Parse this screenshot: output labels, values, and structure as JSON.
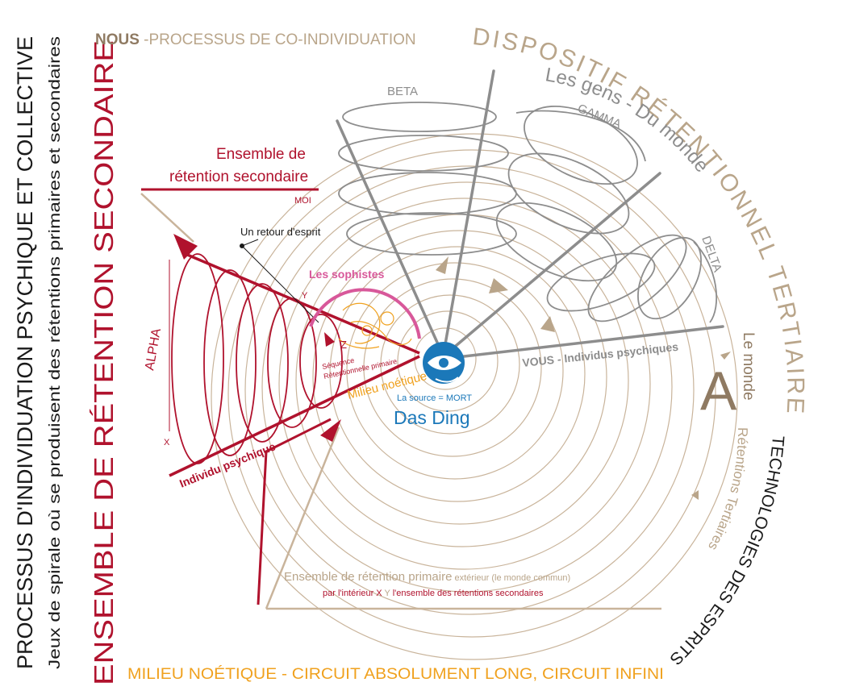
{
  "colors": {
    "tan": "#b9a58a",
    "tan_dark": "#8f7a62",
    "crimson": "#b0122d",
    "gray": "#8d8d8d",
    "orange": "#f0a11e",
    "pink": "#d8589a",
    "blue": "#1b78b9",
    "black": "#1a1a1a"
  },
  "left_titles": {
    "main": "PROCESSUS D'INDIVIDUATION PSYCHIQUE ET COLLECTIVE",
    "sub": "Jeux de spirale où se produisent des rétentions primaires et secondaires",
    "ensemble": "ENSEMBLE DE RÉTENTION SECONDAIRE"
  },
  "top": {
    "nous": "NOUS",
    "process": " -PROCESSUS DE CO-INDIVIDUATION"
  },
  "arc_right": {
    "dispositif": "DISPOSITIF RÉTENTIONNEL TERTIAIRE",
    "technologies": "TECHNOLOGIES DES ESPRITS",
    "gens": "Les gens - Du monde",
    "le_monde": "Le monde",
    "retentions_tertiaires": "Rétentions Tertiaires"
  },
  "labels": {
    "beta": "BETA",
    "gamma": "GAMMA",
    "delta": "DELTA",
    "alpha": "ALPHA",
    "ensemble_de_1": "Ensemble de",
    "ensemble_de_2": "rétention secondaire",
    "moi": "MOI",
    "retour": "Un retour d'esprit",
    "sophistes": "Les sophistes",
    "y": "Y",
    "z": "Z",
    "x": "X",
    "sequence_1": "Séquence",
    "sequence_2": "Rétentionnelle primaire",
    "milieu_noetique": "Milieu noétique",
    "source": "La source = MORT",
    "das_ding": "Das Ding",
    "vous": "VOUS - Individus psychiques",
    "individu": "Individu psychique",
    "big_a": "A",
    "primaire_main": "Ensemble de rétention primaire",
    "primaire_ext": " extérieur (le monde commun)",
    "interieur_1": "par l'intérieur X ",
    "interieur_y": "Y",
    "interieur_2": " l'ensemble des rétentions secondaires"
  },
  "bottom": {
    "milieu": "MILIEU NOÉTIQUE - CIRCUIT ABSOLUMENT LONG, CIRCUIT INFINI"
  }
}
